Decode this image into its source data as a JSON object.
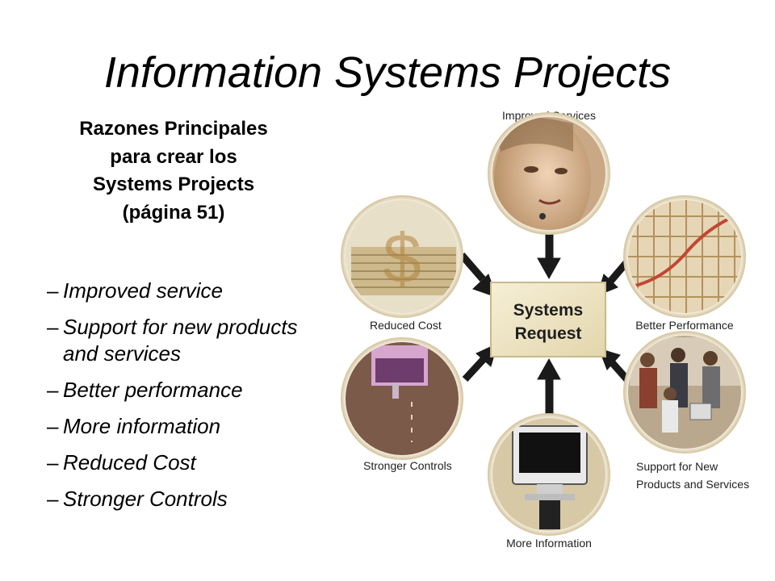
{
  "slide": {
    "title": "Information Systems Projects",
    "subtitle_lines": [
      "Razones Principales",
      "para crear los",
      "Systems Projects",
      "(página 51)"
    ],
    "reasons": [
      {
        "dash": "–",
        "text": "Improved service"
      },
      {
        "dash": "–",
        "text": "Support for new products and services"
      },
      {
        "dash": "–",
        "text": "Better performance"
      },
      {
        "dash": "–",
        "text": "More information"
      },
      {
        "dash": "–",
        "text": "Reduced Cost"
      },
      {
        "dash": "–",
        "text": "Stronger Controls"
      }
    ]
  },
  "diagram": {
    "center_lines": [
      "Systems",
      "Request"
    ],
    "nodes": {
      "improved_services": "Improved Services",
      "better_performance": "Better Performance",
      "support_line1": "Support for New",
      "support_line2": "Products and Services",
      "more_information": "More Information",
      "stronger_controls": "Stronger Controls",
      "reduced_cost": "Reduced Cost"
    },
    "icons": {
      "improved_services": "person-face-icon",
      "better_performance": "performance-graph-icon",
      "support": "people-at-computers-icon",
      "more_information": "computer-monitor-icon",
      "stronger_controls": "lock-icon",
      "reduced_cost": "money-stack-icon"
    },
    "colors": {
      "center_fill": "#efe6c8",
      "center_border": "#c9b98a",
      "arrow": "#1a1a1a",
      "circle_bg": "#d8c9a6",
      "circle_ring": "#f3ecdd"
    }
  }
}
